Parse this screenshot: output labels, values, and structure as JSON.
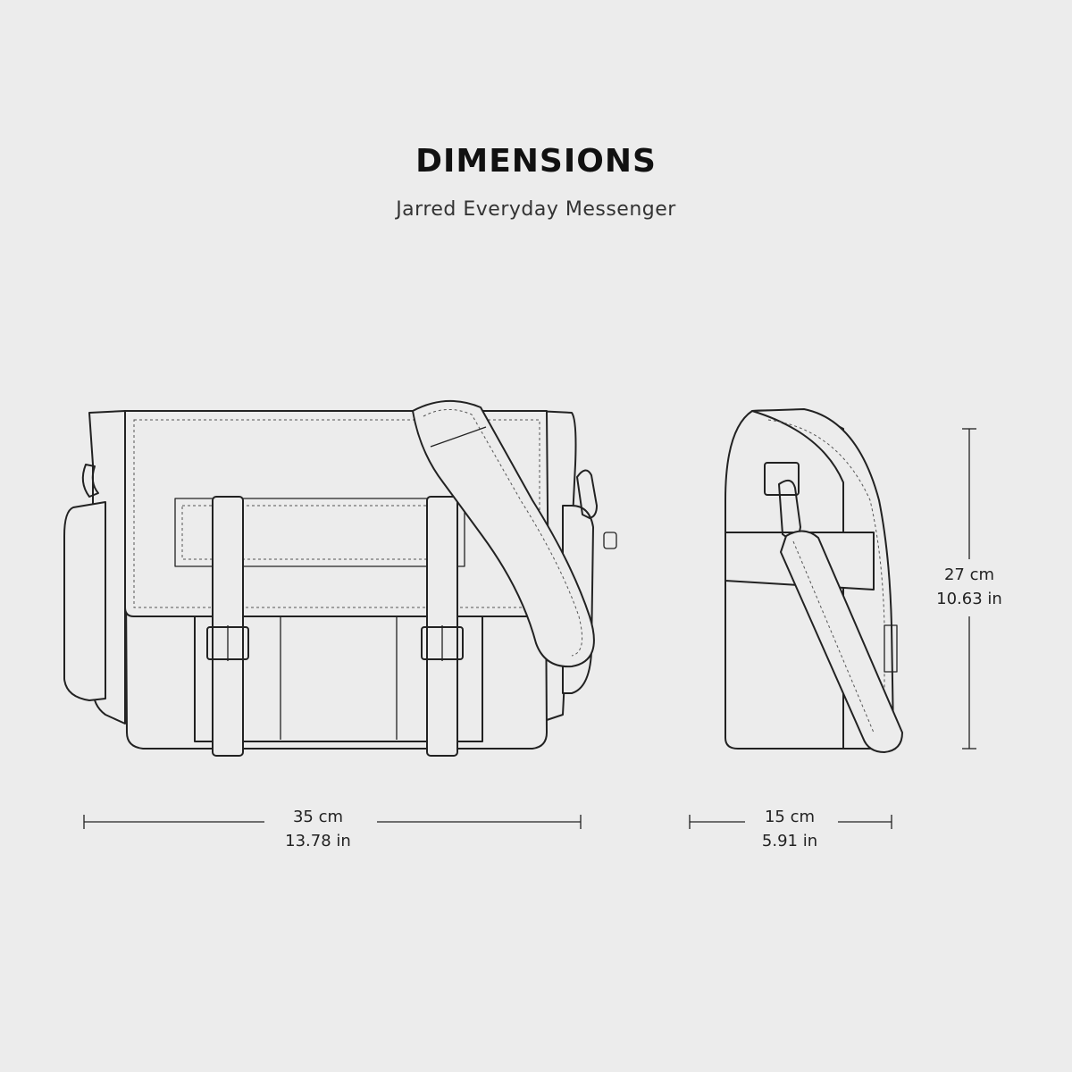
{
  "header": {
    "title": "DIMENSIONS",
    "subtitle": "Jarred Everyday Messenger"
  },
  "dimensions": {
    "width": {
      "metric": "35 cm",
      "imperial": "13.78 in"
    },
    "depth": {
      "metric": "15 cm",
      "imperial": "5.91 in"
    },
    "height": {
      "metric": "27 cm",
      "imperial": "10.63 in"
    }
  },
  "colors": {
    "background": "#ececec",
    "line": "#222222"
  }
}
